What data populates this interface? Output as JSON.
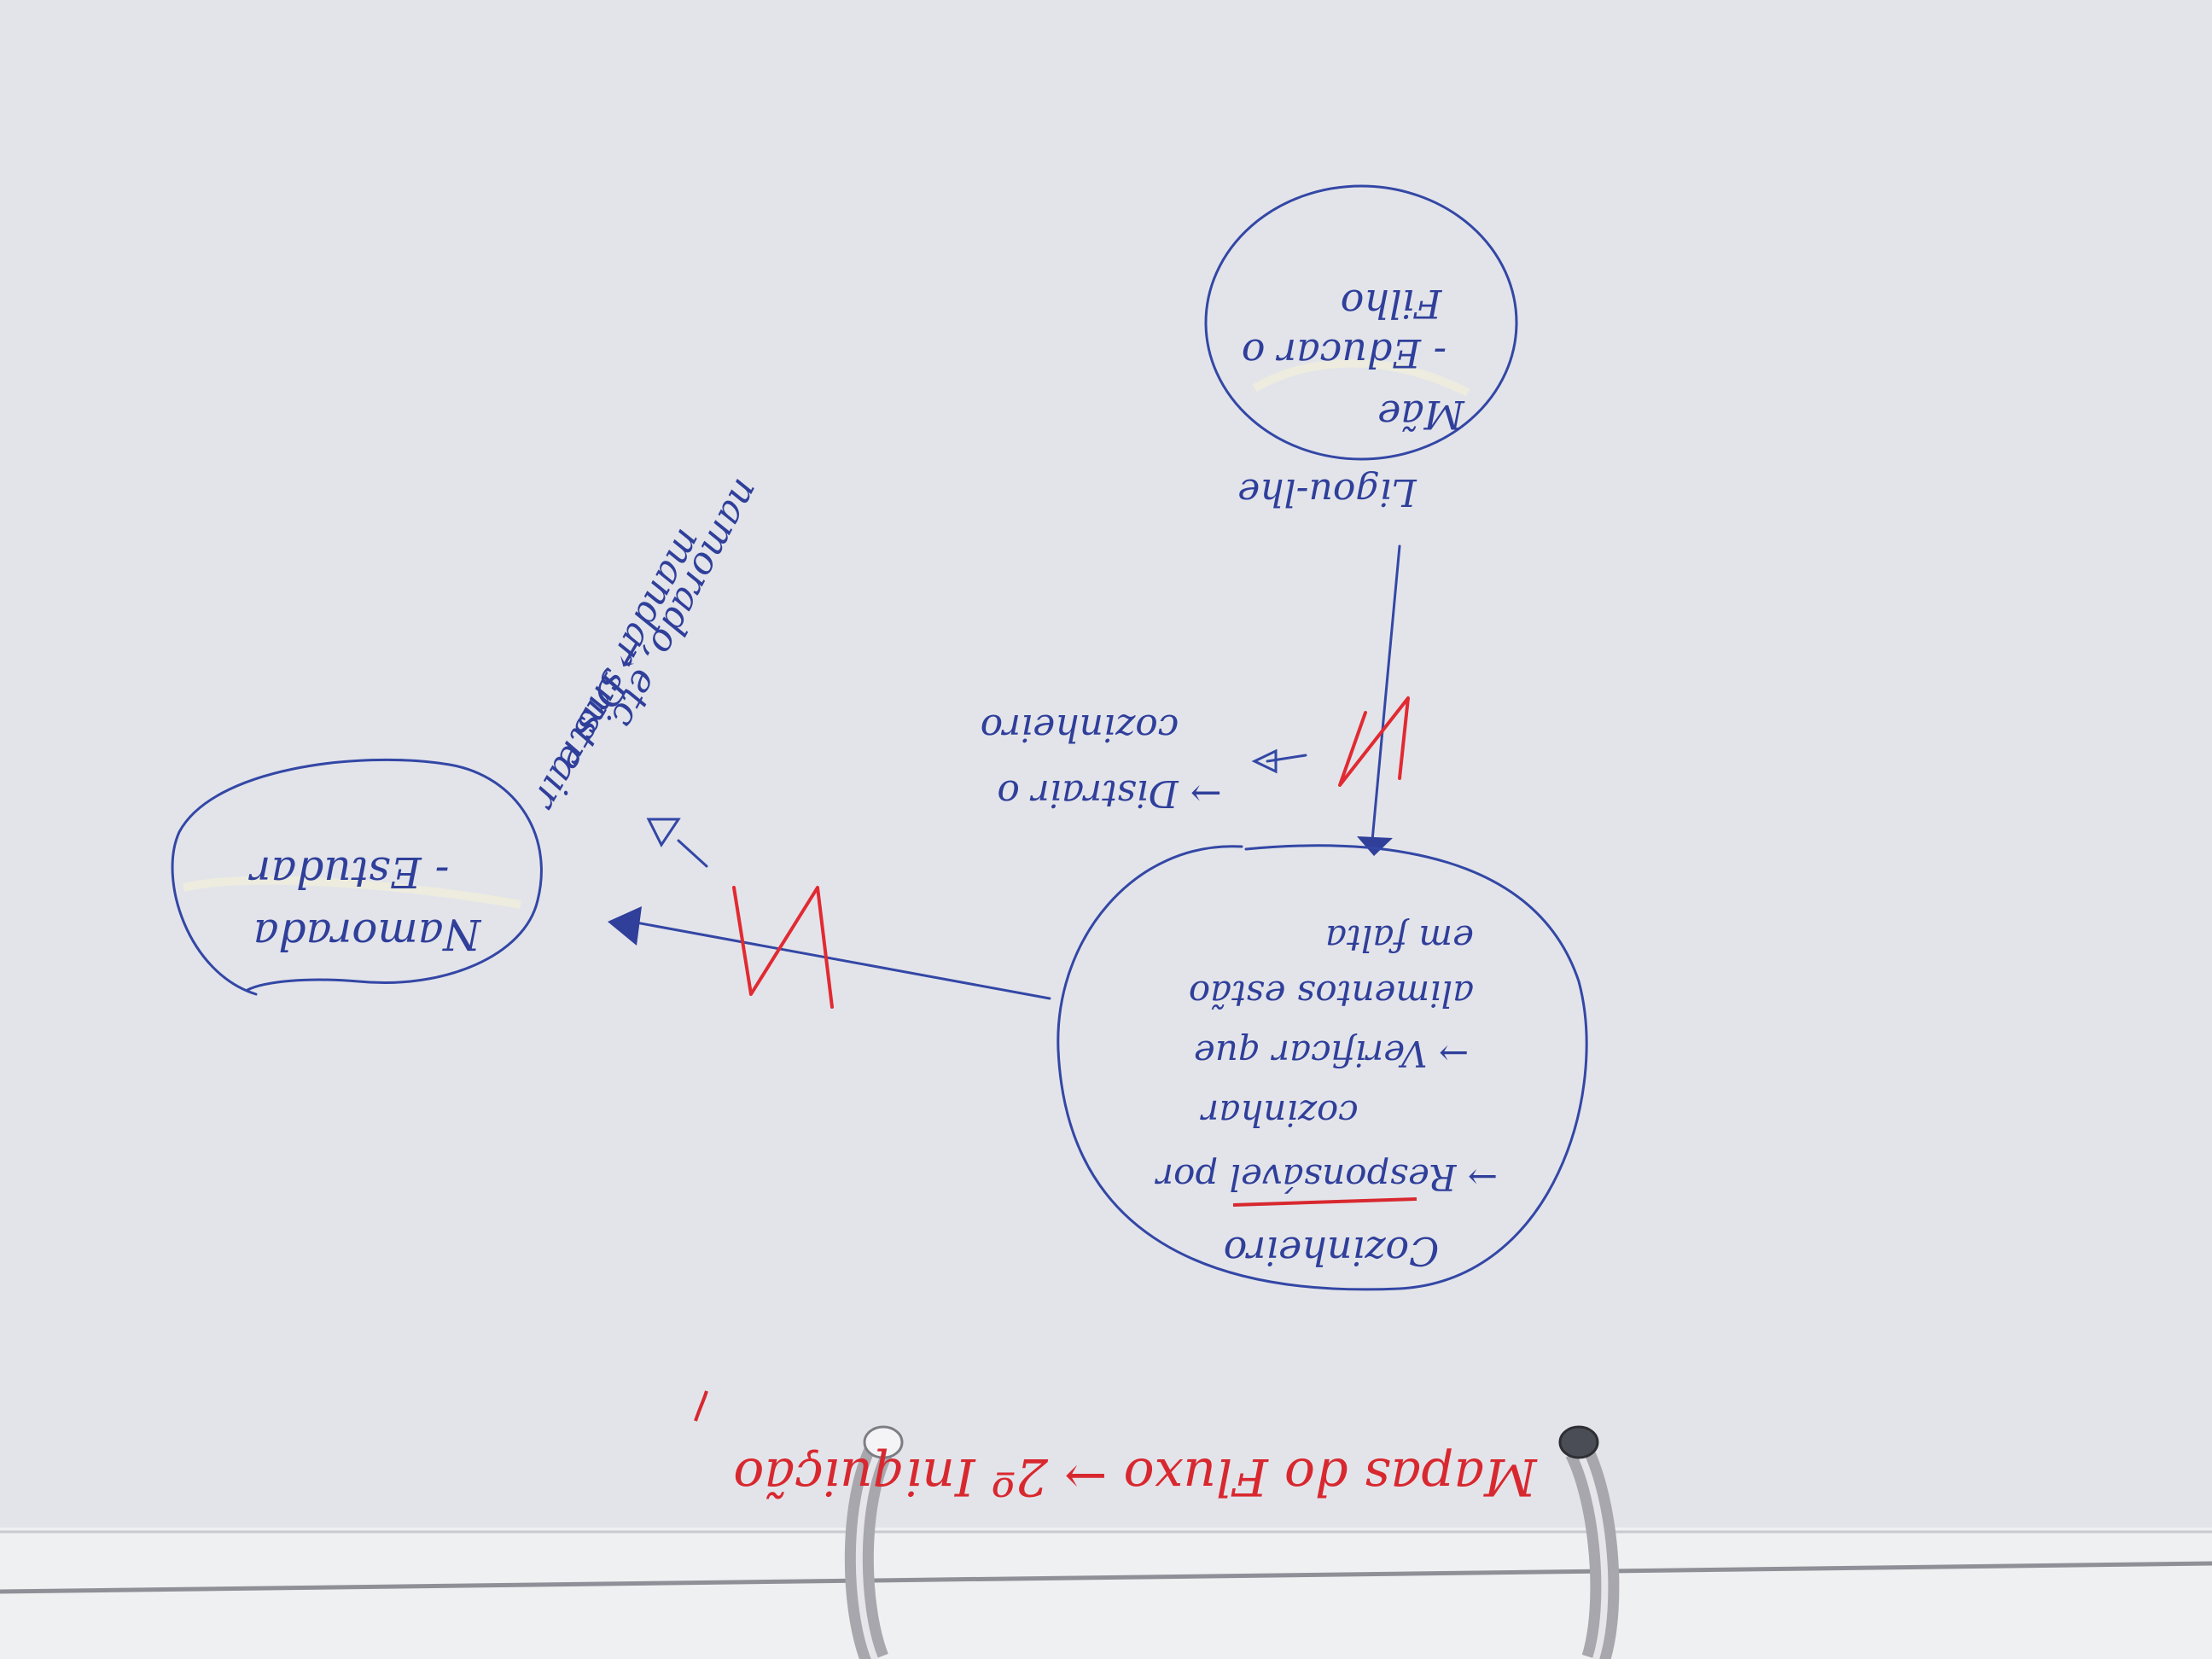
{
  "header": {
    "title": "Mapas do Fluxo → 2º Iniquição"
  },
  "nodes": {
    "mae": {
      "title": "Mãe",
      "lines": [
        "- Educar o",
        "Filho"
      ]
    },
    "cozinheiro": {
      "title": "Cozinheiro",
      "lines": [
        "→ Responsável por",
        "cozinhar",
        "→ Verificar que",
        "alimentos estão",
        "em falta"
      ]
    },
    "namorada": {
      "title": "Namorada",
      "lines": [
        "- Estudar"
      ]
    }
  },
  "edges": {
    "mae_to_cozinheiro": {
      "label": "Ligou-lhe",
      "annotation_lines": [
        "→ Distrair o",
        "cozinheiro"
      ]
    },
    "cozinheiro_to_namorada": {
      "annotation_lines": [
        "→ Distrair",
        "mandar sms e",
        "namorado, etc"
      ]
    }
  },
  "colors": {
    "ink_blue": "#2f3f9a",
    "ink_red": "#d8282f",
    "paper": "#e4e5eb",
    "binder_ring": "#9a9aa0"
  }
}
